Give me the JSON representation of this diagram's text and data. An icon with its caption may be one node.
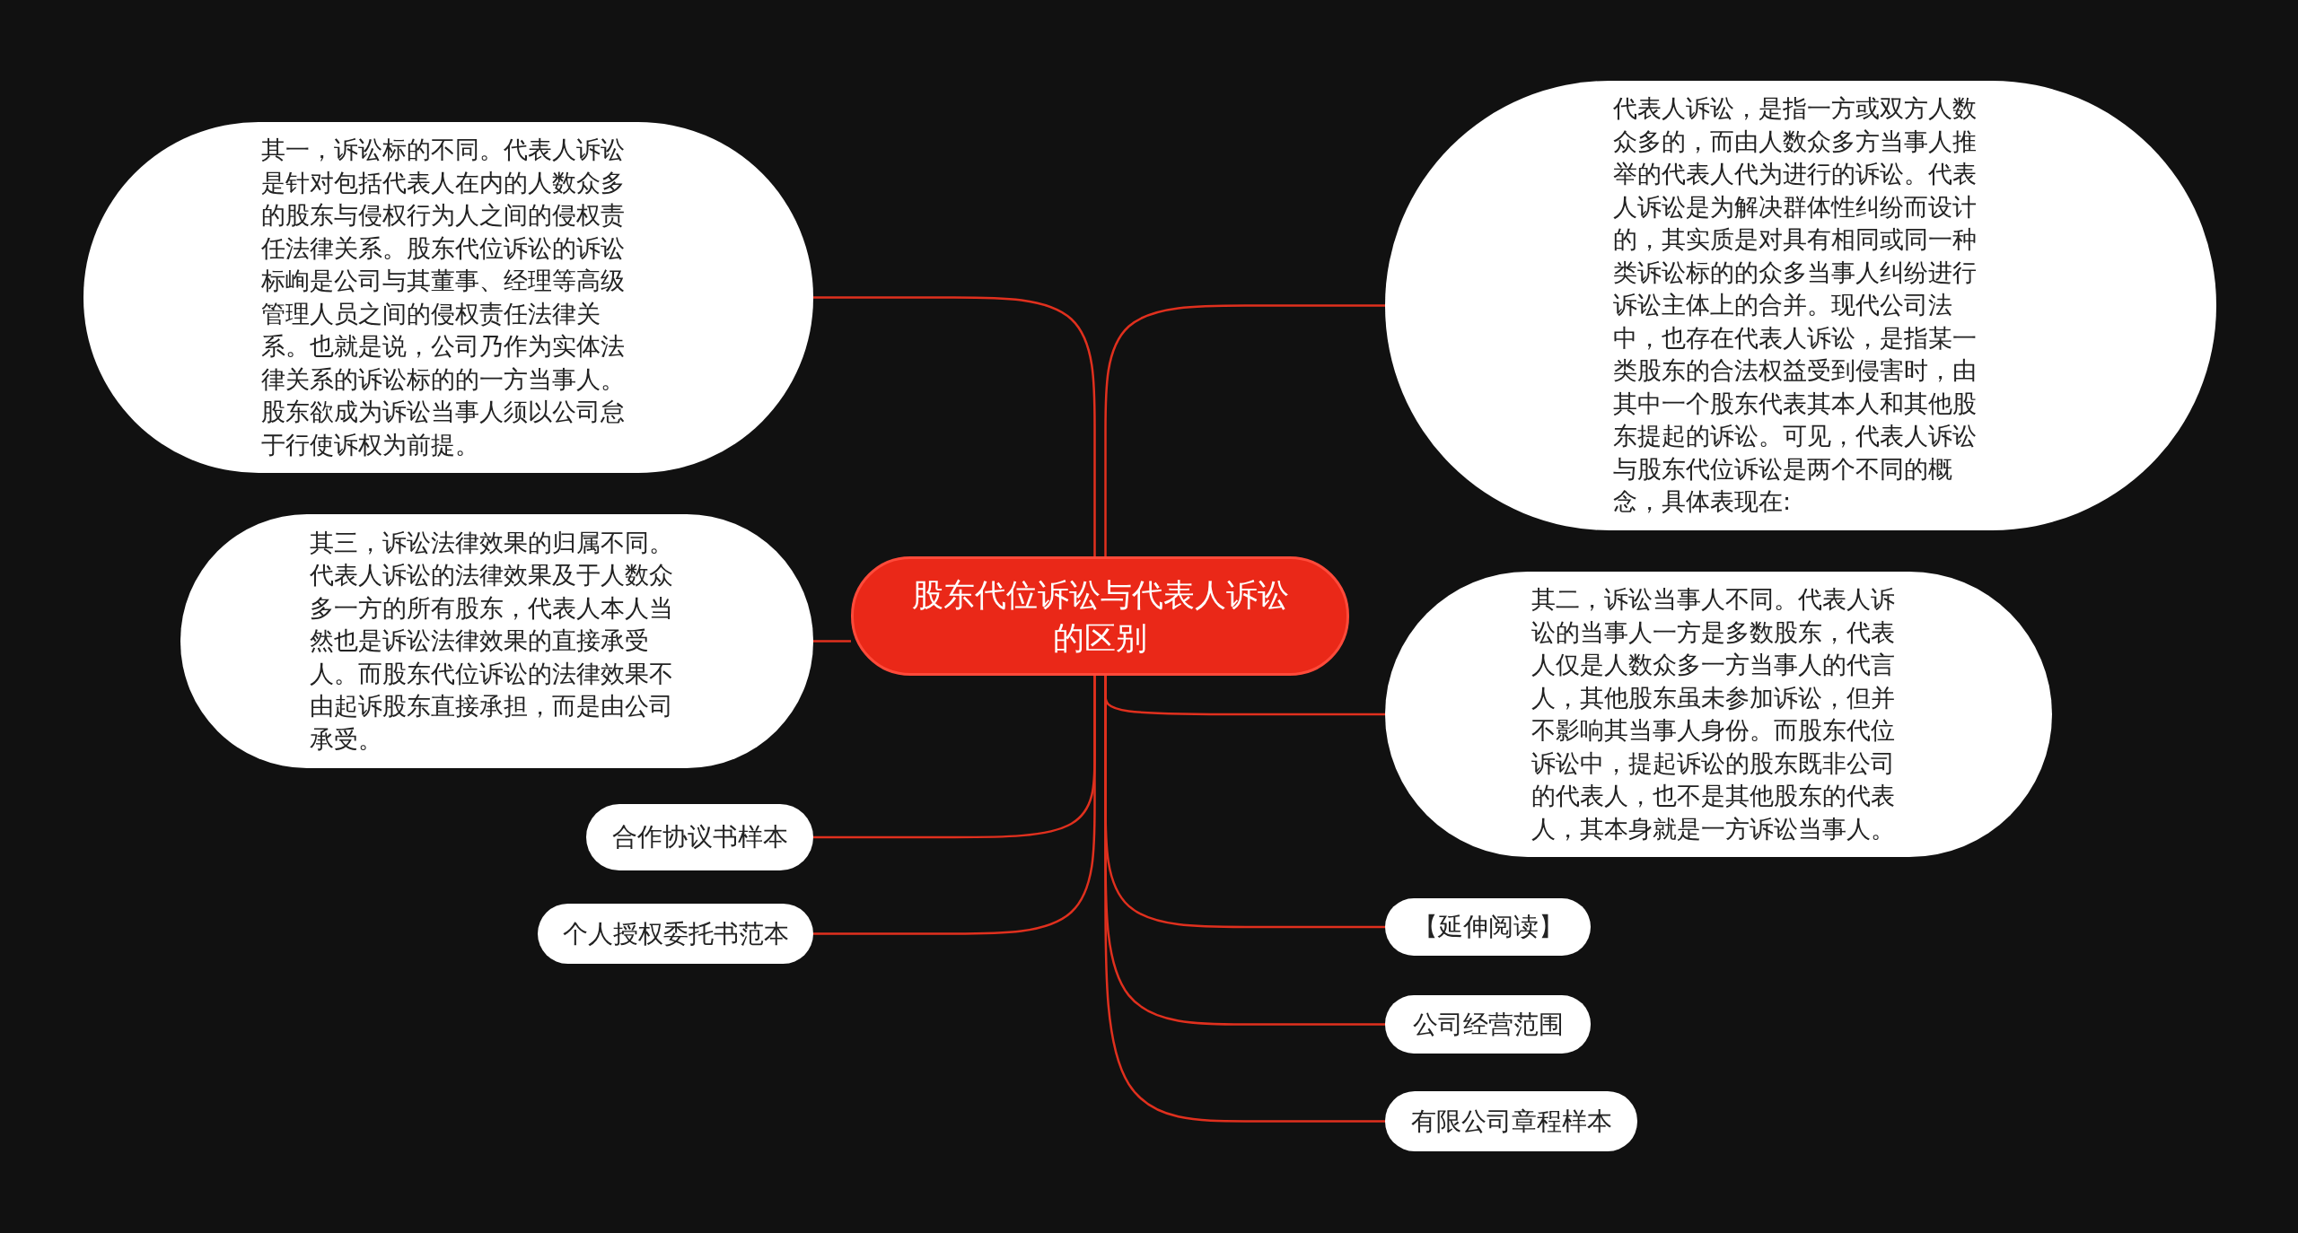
{
  "diagram": {
    "nodes": [
      {
        "text": [
          "股东代位诉讼与代表人诉讼的区别"
        ]
      },
      {
        "text": [
          "其一，诉讼标的不同。代表人诉讼是针对包括代表人在内的人数众多的股东与侵权行为人之间的侵权责任法律关系。股东代位诉讼的诉讼标峋是公司与其董事、经理等高级管理人员之间的侵权责任法律关系。也就是说，公司乃作为实体法律关系的诉讼标的的一方当事人。股东欲成为诉讼当事人须以公司怠于行使诉权为前提。"
        ]
      },
      {
        "text": [
          "其三，诉讼法律效果的归属不同。代表人诉讼的法律效果及于人数众多一方的所有股东，代表人本人当然也是诉讼法律效果的直接承受人。而股东代位诉讼的法律效果不由起诉股东直接承担，而是由公司承受。"
        ]
      },
      {
        "text": [
          "合作协议书样本"
        ]
      },
      {
        "text": [
          "个人授权委托书范本"
        ]
      },
      {
        "text": [
          "代表人诉讼，是指一方或双方人数众多的，而由人数众多方当事人推举的代表人代为进行的诉讼。代表人诉讼是为解决群体性纠纷而设计的，其实质是对具有相同或同一种类诉讼标的的众多当事人纠纷进行诉讼主体上的合并。现代公司法中，也存在代表人诉讼，是指某一类股东的合法权益受到侵害时，由其中一个股东代表其本人和其他股东提起的诉讼。可见，代表人诉讼与股东代位诉讼是两个不同的概念，具体表现在:"
        ]
      },
      {
        "text": [
          "其二，诉讼当事人不同。代表人诉讼的当事人一方是多数股东，代表人仅是人数众多一方当事人的代言人，其他股东虽未参加诉讼，但并不影响其当事人身份。而股东代位诉讼中，提起诉讼的股东既非公司的代表人，也不是其他股东的代表人，其本身就是一方诉讼当事人。"
        ]
      },
      {
        "text": [
          "【延伸阅读】"
        ]
      },
      {
        "text": [
          "公司经营范围"
        ]
      },
      {
        "text": [
          "有限公司章程样本"
        ]
      }
    ],
    "edges": [
      {
        "from": 0,
        "to": 1,
        "arrow": "none"
      },
      {
        "from": 0,
        "to": 2,
        "arrow": "none"
      },
      {
        "from": 0,
        "to": 3,
        "arrow": "none"
      },
      {
        "from": 0,
        "to": 4,
        "arrow": "none"
      },
      {
        "from": 0,
        "to": 5,
        "arrow": "none"
      },
      {
        "from": 0,
        "to": 6,
        "arrow": "none"
      },
      {
        "from": 0,
        "to": 7,
        "arrow": "none"
      },
      {
        "from": 0,
        "to": 8,
        "arrow": "none"
      },
      {
        "from": 0,
        "to": 9,
        "arrow": "none"
      }
    ]
  }
}
